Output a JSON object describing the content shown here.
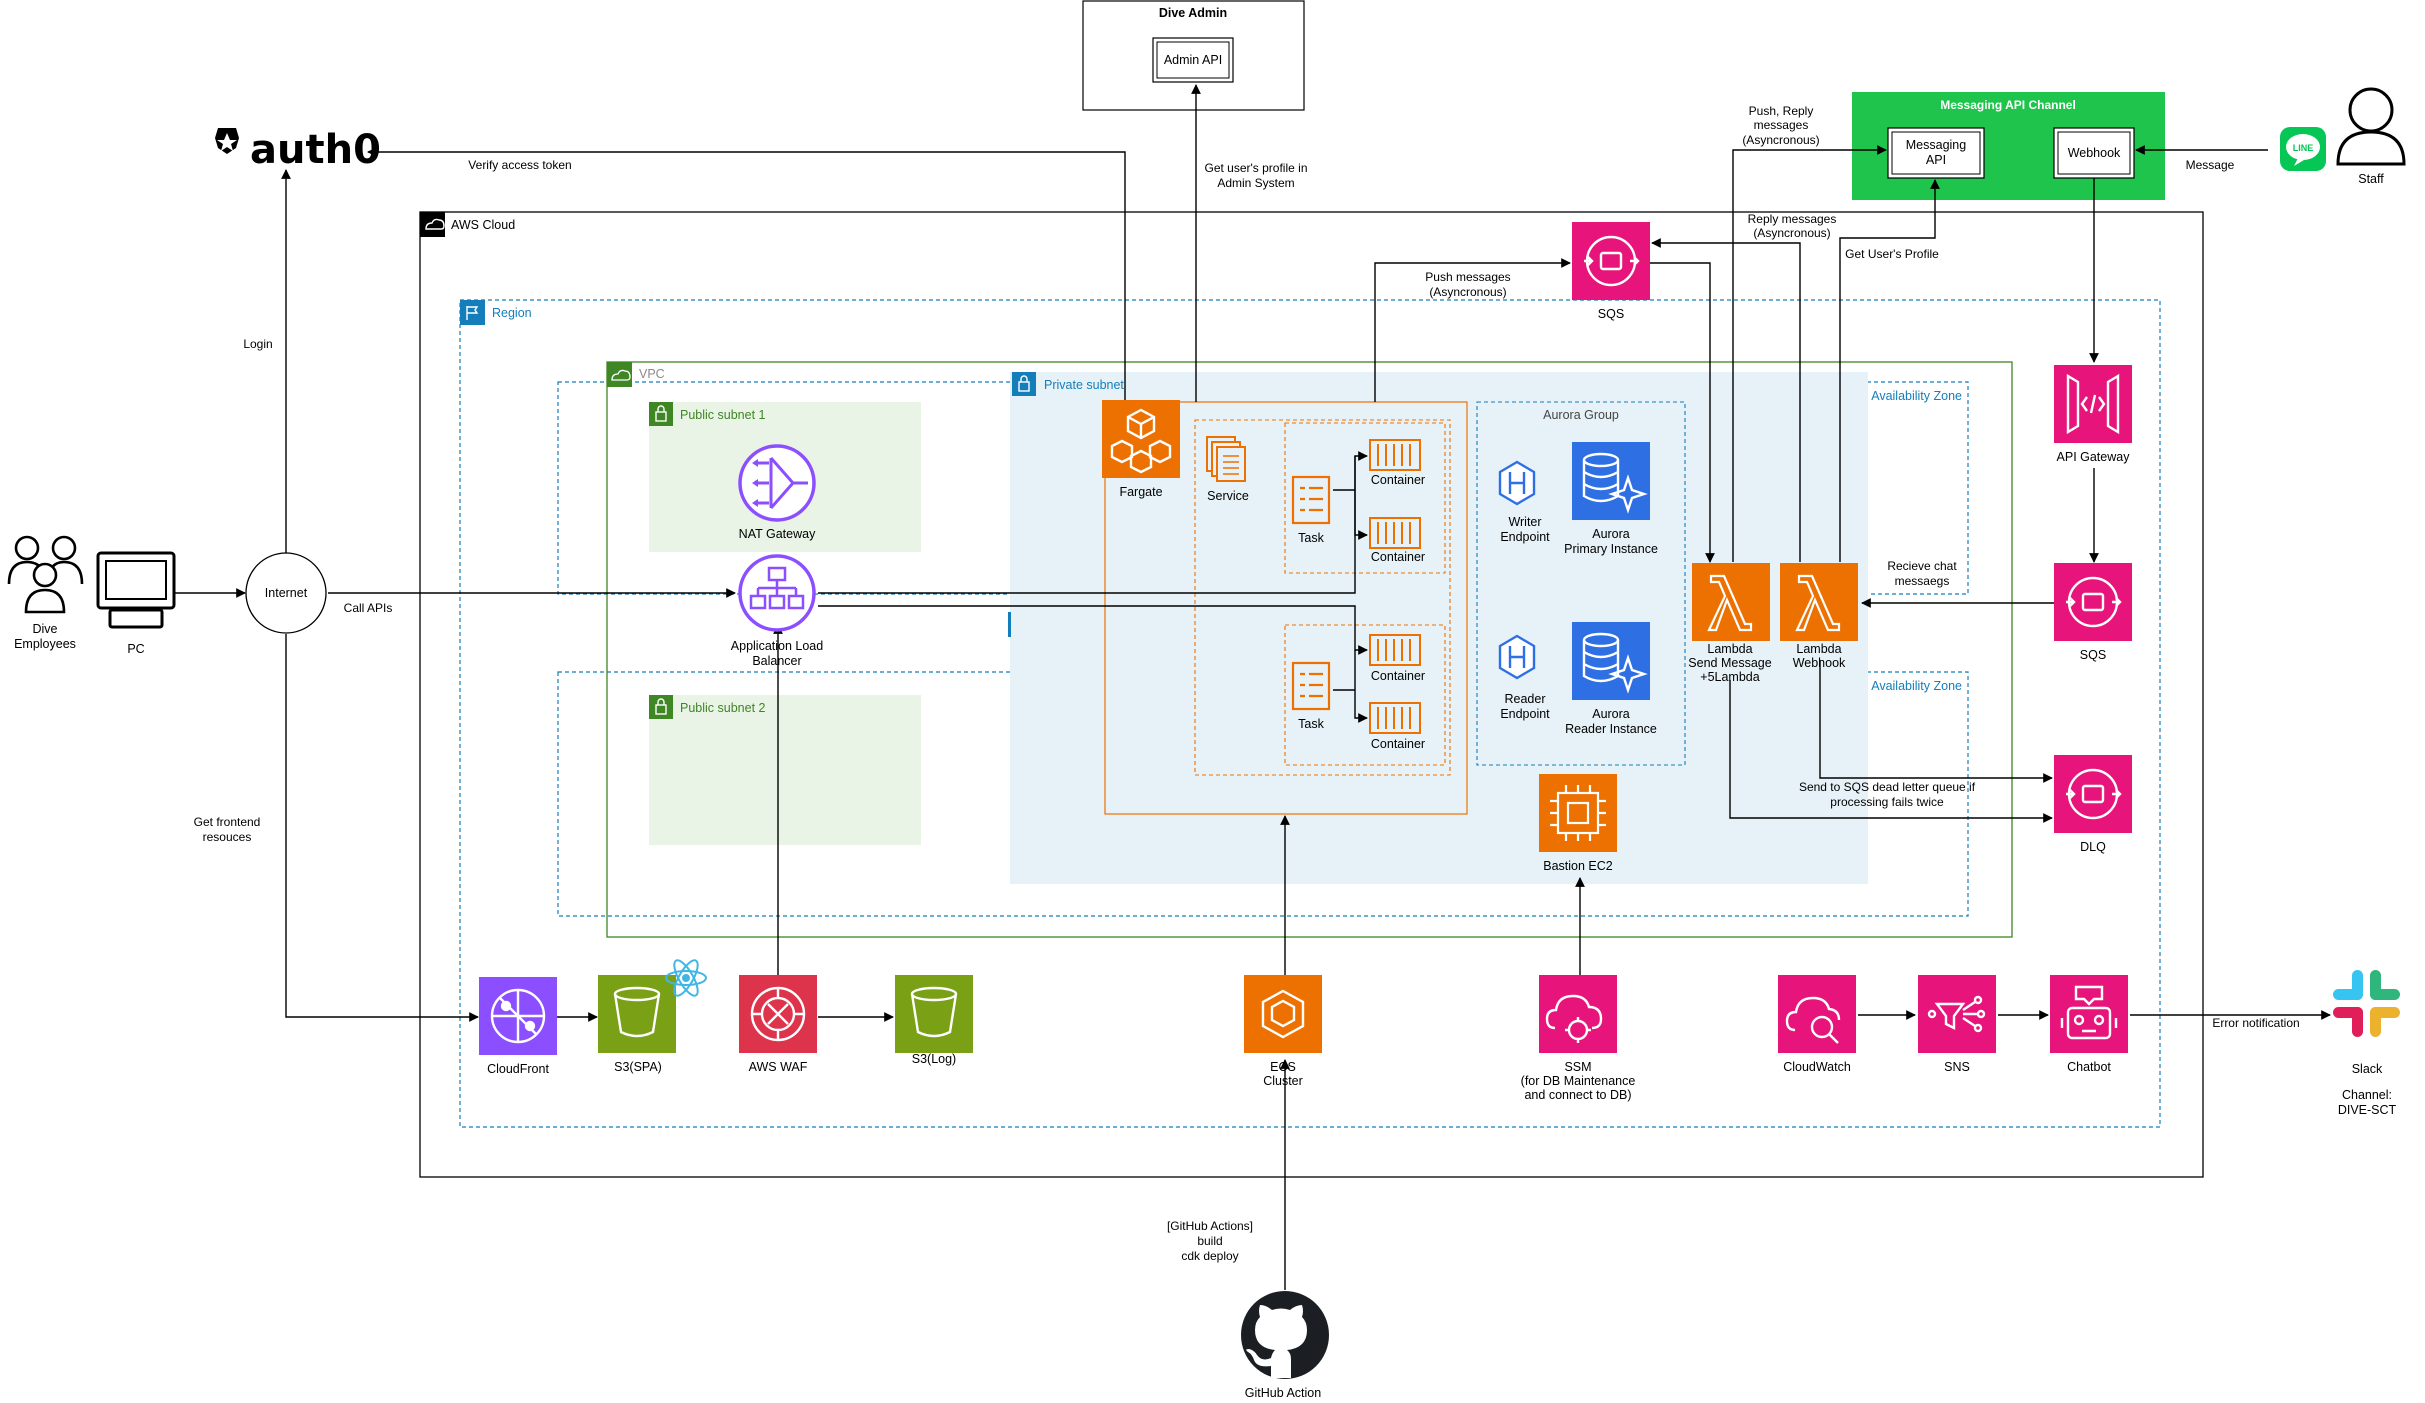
{
  "colors": {
    "orange": "#ED7100",
    "pink": "#E7157B",
    "purple": "#8C4FFF",
    "green_storage": "#7AA116",
    "red_waf": "#DD344C",
    "blue_db": "#2F6FE4",
    "region_blue": "#147EBA",
    "vpc_green": "#3F8624",
    "line_green": "#06C755",
    "messaging_channel_green": "#1EC44B",
    "subnet_public_fill": "#E9F3E6",
    "subnet_private_fill": "#E6F2F8"
  },
  "groups": {
    "dive_admin": "Dive Admin",
    "aws_cloud": "AWS Cloud",
    "region": "Region",
    "vpc": "VPC",
    "public_subnet_1": "Public subnet 1",
    "public_subnet_2": "Public subnet 2",
    "private_subnet": "Private subnet",
    "az_1": "Availability Zone",
    "az_2": "Availability Zone",
    "aurora_group": "Aurora Group",
    "messaging_api_channel": "Messaging API Channel"
  },
  "nodes": {
    "auth0": "auth0",
    "admin_api": "Admin API",
    "messaging_api": [
      "Messaging",
      "API"
    ],
    "webhook": "Webhook",
    "staff": "Staff",
    "dive_employees": [
      "Dive",
      "Employees"
    ],
    "pc": "PC",
    "internet": "Internet",
    "nat_gateway": "NAT Gateway",
    "alb": [
      "Application Load",
      "Balancer"
    ],
    "fargate": "Fargate",
    "service": "Service",
    "task1": "Task",
    "task2": "Task",
    "container1": "Container",
    "container2": "Container",
    "container3": "Container",
    "container4": "Container",
    "writer_endpoint": [
      "Writer",
      "Endpoint"
    ],
    "aurora_primary": [
      "Aurora",
      "Primary Instance"
    ],
    "reader_endpoint": [
      "Reader",
      "Endpoint"
    ],
    "aurora_reader": [
      "Aurora",
      "Reader Instance"
    ],
    "bastion": "Bastion EC2",
    "sqs_top": "SQS",
    "lambda_send": [
      "Lambda",
      "Send Message",
      "+5Lambda"
    ],
    "lambda_webhook": [
      "Lambda",
      "Webhook"
    ],
    "api_gateway": "API Gateway",
    "sqs_right": "SQS",
    "dlq": "DLQ",
    "cloudfront": "CloudFront",
    "s3_spa": "S3(SPA)",
    "aws_waf": "AWS WAF",
    "s3_log": "S3(Log)",
    "ecs_cluster": [
      "ECS",
      "Cluster"
    ],
    "ssm": [
      "SSM",
      "(for DB Maintenance",
      "and connect to DB)"
    ],
    "cloudwatch": "CloudWatch",
    "sns": "SNS",
    "chatbot": "Chatbot",
    "slack": "Slack",
    "slack_channel": [
      "Channel:",
      "DIVE-SCT"
    ],
    "github_action": "GitHub Action",
    "line_badge": "LINE"
  },
  "edges": {
    "verify_token": "Verify access token",
    "admin_profile": [
      "Get user's profile in",
      "Admin System"
    ],
    "login": "Login",
    "call_apis": "Call APIs",
    "get_frontend": [
      "Get frontend",
      "resouces"
    ],
    "push_messages": [
      "Push messages",
      "(Asyncronous)"
    ],
    "push_reply": [
      "Push, Reply",
      "messages",
      "(Asyncronous)"
    ],
    "reply_messages": [
      "Reply messages",
      "(Asyncronous)"
    ],
    "get_user_profile": "Get User's Profile",
    "message": "Message",
    "receive_chat": [
      "Recieve chat",
      "messaegs"
    ],
    "send_to_dlq": [
      "Send to SQS dead letter queue if",
      "processing fails twice"
    ],
    "error_notification": "Error notification",
    "github_deploy": [
      "[GitHub Actions]",
      "build",
      "cdk deploy"
    ]
  }
}
